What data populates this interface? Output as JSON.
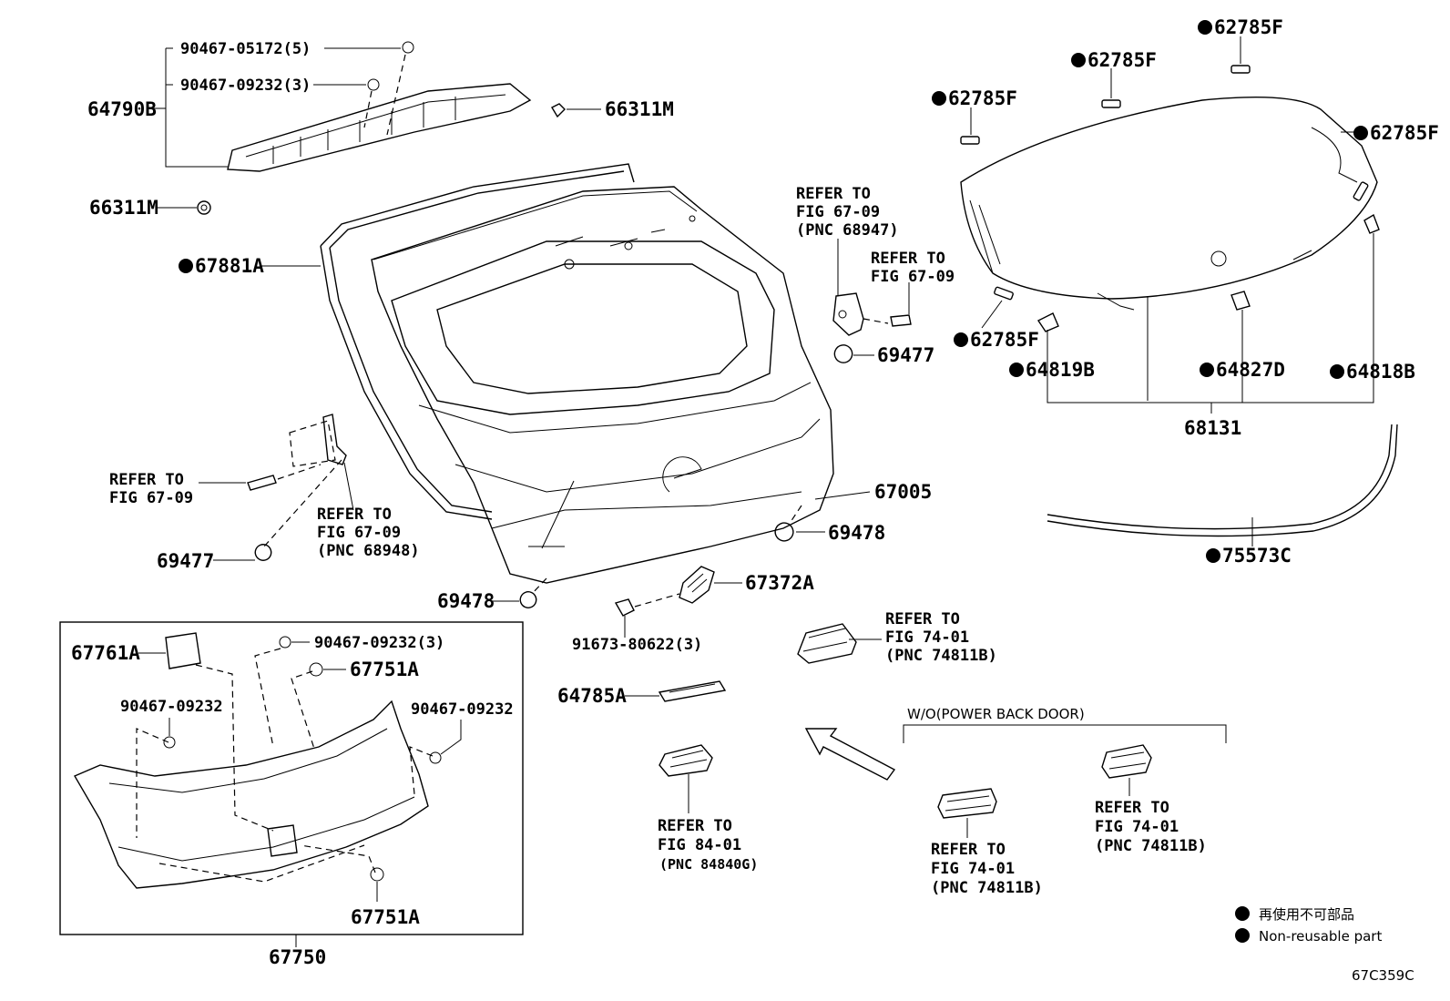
{
  "diagram_id": "67C359C",
  "legend": {
    "line1": "再使用不可部品",
    "line2": "Non-reusable part"
  },
  "labels": {
    "p_90467_05172": "90467-05172(5)",
    "p_90467_09232_3_top": "90467-09232(3)",
    "p_64790B": "64790B",
    "p_66311M_right": "66311M",
    "p_66311M_left": "66311M",
    "p_67881A": "67881A",
    "p_refer_left_1": "REFER TO",
    "p_refer_left_2": "FIG 67-09",
    "p_refer_mid_1": "REFER TO",
    "p_refer_mid_2": "FIG 67-09",
    "p_refer_mid_3": "(PNC 68948)",
    "p_69477_left": "69477",
    "p_69478_bottom": "69478",
    "p_refer_hinge_1": "REFER TO",
    "p_refer_hinge_2": "FIG 67-09",
    "p_refer_hinge_3": "(PNC 68947)",
    "p_refer_bolt_1": "REFER TO",
    "p_refer_bolt_2": "FIG 67-09",
    "p_69477_right": "69477",
    "p_67005": "67005",
    "p_69478_right": "69478",
    "p_67372A": "67372A",
    "p_91673": "91673-80622(3)",
    "p_refer_switch_1": "REFER TO",
    "p_refer_switch_2": "FIG 74-01",
    "p_refer_switch_3": "(PNC 74811B)",
    "p_64785A": "64785A",
    "p_refer_84_1": "REFER TO",
    "p_refer_84_2": "FIG 84-01",
    "p_refer_84_3": "(PNC 84840G)",
    "p_wo_power": "W/O(POWER BACK DOOR)",
    "p_refer_wo1_1": "REFER TO",
    "p_refer_wo1_2": "FIG 74-01",
    "p_refer_wo1_3": "(PNC 74811B)",
    "p_refer_wo2_1": "REFER TO",
    "p_refer_wo2_2": "FIG 74-01",
    "p_refer_wo2_3": "(PNC 74811B)",
    "p_62785F_a": "62785F",
    "p_62785F_b": "62785F",
    "p_62785F_c": "62785F",
    "p_62785F_d": "62785F",
    "p_62785F_e": "62785F",
    "p_64819B": "64819B",
    "p_64827D": "64827D",
    "p_64818B": "64818B",
    "p_68131": "68131",
    "p_75573C": "75573C",
    "p_67761A": "67761A",
    "p_90467_09232_3_box": "90467-09232(3)",
    "p_67751A_top": "67751A",
    "p_90467_09232_left": "90467-09232",
    "p_90467_09232_right": "90467-09232",
    "p_67751A_bottom": "67751A",
    "p_67750": "67750"
  }
}
